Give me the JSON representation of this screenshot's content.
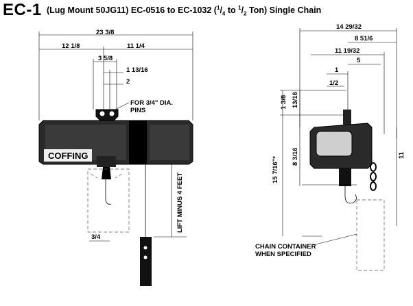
{
  "header": {
    "model": "EC-1",
    "subtitle_pre": "(Lug Mount 50JG11) EC-0516 to EC-1032 (",
    "frac1_num": "1",
    "frac1_den": "4",
    "to_word": " to ",
    "frac2_num": "1",
    "frac2_den": "2",
    "subtitle_post": " Ton) Single Chain"
  },
  "front_view": {
    "brand": "COFFING",
    "dims": {
      "overall_width": "23 3/8",
      "left_width": "12 1/8",
      "right_width": "11 1/4",
      "lug_width": "3 5/8",
      "lug_offset": "1 13/16",
      "lug_half": "2",
      "bottom_offset": "3/4"
    },
    "notes": {
      "pins_line1": "FOR 3/4\" DIA.",
      "pins_line2": "PINS",
      "lift": "LIFT MINUS 4 FEET"
    }
  },
  "side_view": {
    "dims": {
      "overall_depth": "14 29/32",
      "depth_a": "8 51/6",
      "depth_b": "11 19/32",
      "depth_c": "5",
      "depth_d": "1",
      "depth_e": "1/2",
      "height_top": "1 3/8",
      "height_lug": "13/16",
      "height_body": "8 3/16",
      "height_total": "15 7/16\"*",
      "height_right": "11"
    },
    "notes": {
      "container_line1": "CHAIN CONTAINER",
      "container_line2": "WHEN SPECIFIED"
    }
  }
}
